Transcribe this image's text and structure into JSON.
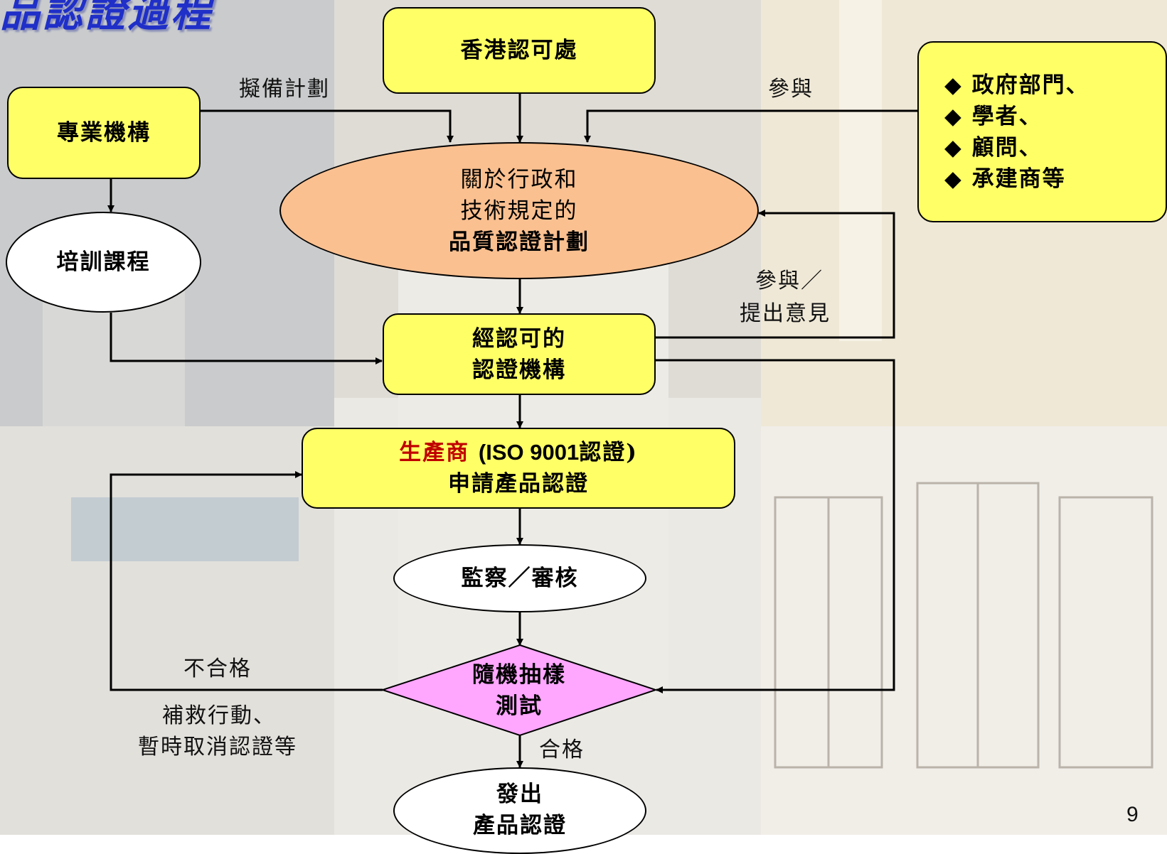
{
  "title": "品認證過程",
  "page_number": "9",
  "nodes": {
    "hkas": "香港認可處",
    "professional_bodies": "專業機構",
    "stakeholders": [
      "政府部門、",
      "學者、",
      "顧問、",
      "承建商等"
    ],
    "training": "培訓課程",
    "scheme_line1": "關於行政和",
    "scheme_line2": "技術規定的",
    "scheme_line3": "品質認證計劃",
    "cert_body_line1": "經認可的",
    "cert_body_line2": "認證機構",
    "manufacturer_red": "生產商",
    "manufacturer_iso": "(ISO 9001",
    "manufacturer_cert": "認證)",
    "manufacturer_line2": "申請產品認證",
    "audit": "監察／審核",
    "sampling_line1": "隨機抽樣",
    "sampling_line2": "測試",
    "issue_line1": "發出",
    "issue_line2": "產品認證"
  },
  "edge_labels": {
    "prepare_plan": "擬備計劃",
    "participate": "參與",
    "participate_comment_1": "參與／",
    "participate_comment_2": "提出意見",
    "fail": "不合格",
    "remedy_1": "補救行動、",
    "remedy_2": "暫時取消認證等",
    "pass": "合格"
  },
  "colors": {
    "title": "#1f2fc8",
    "box_fill": "#ffff66",
    "scheme_fill": "#fac090",
    "sampling_fill": "#ffa6ff",
    "red_text": "#c00000"
  }
}
